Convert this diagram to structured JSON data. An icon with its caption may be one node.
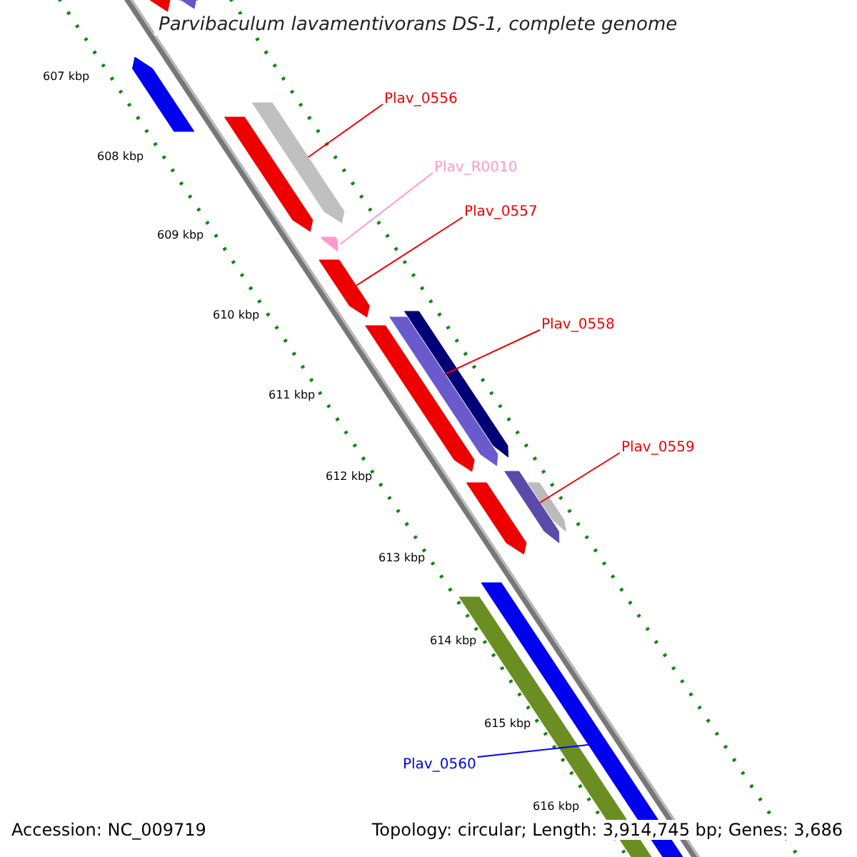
{
  "diagram": {
    "title": "Parvibaculum lavamentivorans DS-1, complete genome",
    "nodes": [
      {
        "text": [
          "Plav_0556"
        ]
      },
      {
        "text": [
          "Plav_R0010"
        ]
      },
      {
        "text": [
          "Plav_0557"
        ]
      },
      {
        "text": [
          "Plav_0558"
        ]
      },
      {
        "text": [
          "Plav_0559"
        ]
      },
      {
        "text": [
          "Plav_0560"
        ]
      },
      {
        "text": [],
        "shape": "bar"
      },
      {
        "text": [],
        "shape": "bar"
      },
      {
        "text": [],
        "shape": "bar"
      },
      {
        "text": [],
        "shape": "bar"
      },
      {
        "text": [],
        "shape": "bar"
      },
      {
        "text": [],
        "shape": "bar"
      },
      {
        "text": [],
        "shape": "bar"
      },
      {
        "text": [],
        "shape": "bar"
      },
      {
        "text": [],
        "shape": "bar"
      },
      {
        "text": [],
        "shape": "bar"
      },
      {
        "text": [],
        "shape": "bar"
      },
      {
        "text": [],
        "shape": "bar"
      },
      {
        "text": [],
        "shape": "bar"
      },
      {
        "text": [],
        "shape": "bar"
      },
      {
        "text": [],
        "shape": "bar"
      }
    ],
    "edges": [
      {
        "from": 0,
        "to": 6,
        "arrow": "none"
      },
      {
        "from": 1,
        "to": 7,
        "arrow": "none",
        "color": "#ff99cc"
      },
      {
        "from": 2,
        "to": 8,
        "arrow": "none"
      },
      {
        "from": 3,
        "to": 9,
        "arrow": "none"
      },
      {
        "from": 4,
        "to": 10,
        "arrow": "none"
      },
      {
        "from": 5,
        "to": 11,
        "arrow": "none",
        "color": "#0000ff"
      }
    ],
    "labels": [
      "607 kbp",
      "608 kbp",
      "609 kbp",
      "610 kbp",
      "611 kbp",
      "612 kbp",
      "613 kbp",
      "614 kbp",
      "615 kbp",
      "616 kbp",
      "Accession: NC_009719",
      "Topology: circular; Length: 3,914,745 bp; Genes: 3,686"
    ]
  }
}
